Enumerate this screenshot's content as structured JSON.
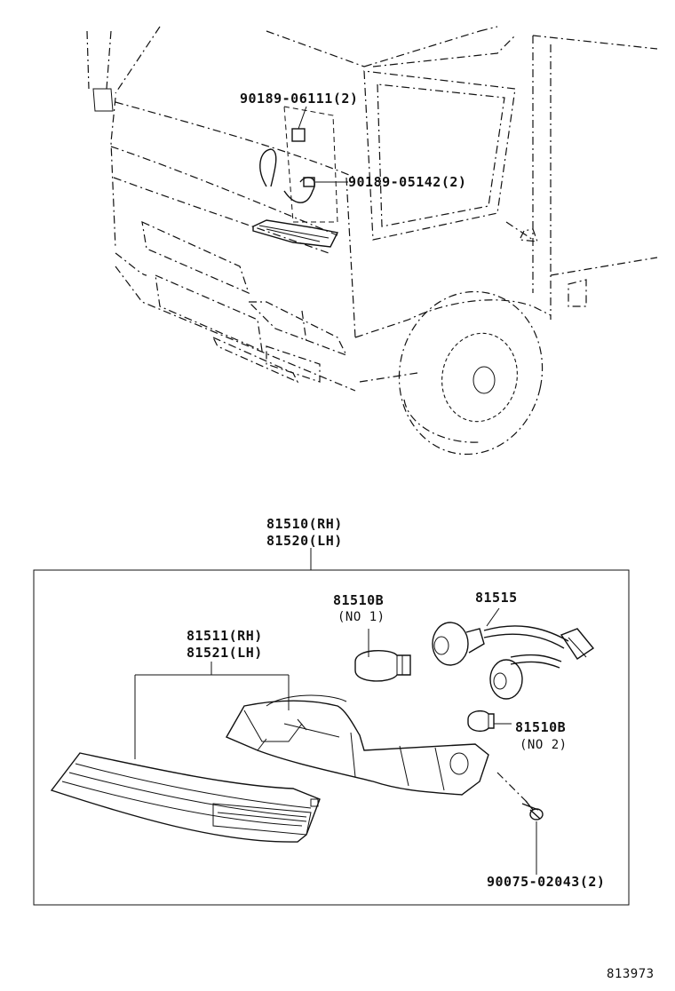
{
  "labels": {
    "clip_upper": "90189-06111(2)",
    "clip_lower": "90189-05142(2)",
    "assy_rh": "81510(RH)",
    "assy_lh": "81520(LH)",
    "bulb1_part": "81510B",
    "bulb1_note": "(NO 1)",
    "socket": "81515",
    "lens_rh": "81511(RH)",
    "lens_lh": "81521(LH)",
    "bulb2_part": "81510B",
    "bulb2_note": "(NO 2)",
    "screw": "90075-02043(2)",
    "figure_id": "813973"
  }
}
